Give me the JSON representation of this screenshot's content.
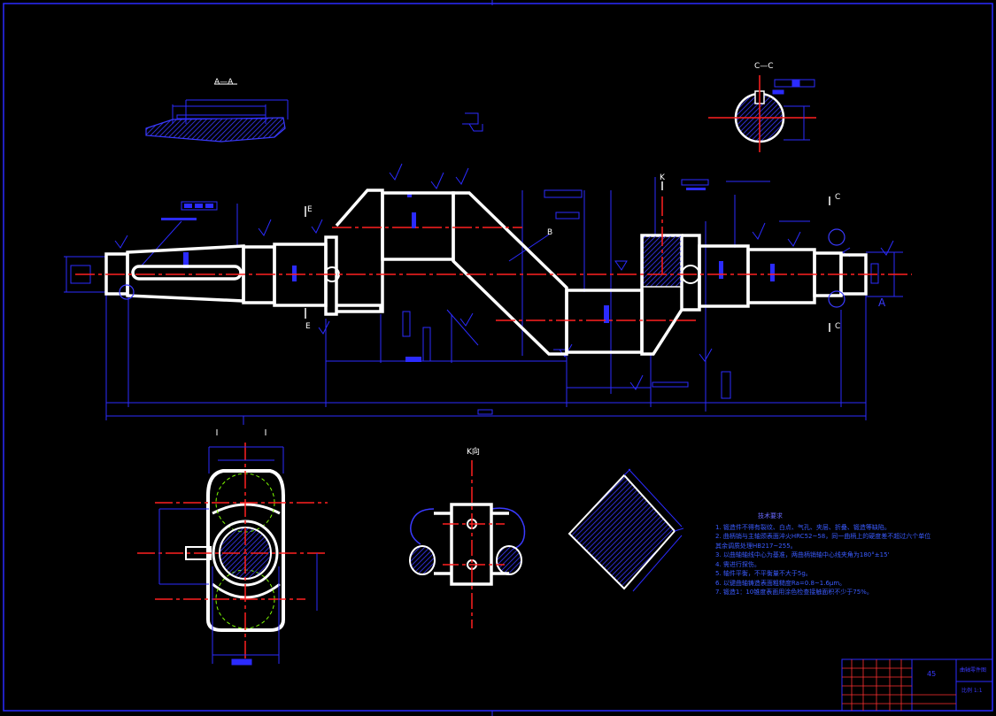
{
  "drawing": {
    "section_labels": {
      "a_a": "A—A",
      "c_c": "C—C",
      "k_view": "K向",
      "c_upper": "C",
      "c_lower": "C",
      "e_upper": "E",
      "e_lower": "E",
      "k_mark": "K",
      "b_mark": "B",
      "a_mark": "A"
    },
    "notes": {
      "title": "技术要求",
      "items": [
        "1.    锻造件不得有裂纹、白点、气孔、夹层、折叠、锻造等缺陷。",
        "2.    曲柄销与主轴颈表面淬火HRC52~58，同一曲柄上的硬度差不超过六个单位",
        "       其余调质处理HB217~255。",
        "3.    以曲轴轴线中心为基准，两曲柄销轴中心线夹角为180°±15'",
        "4.    需进行探伤。",
        "5.    轴件平衡，不平衡量不大于5g。",
        "6.    以键曲轴铸造表面粗糙度Ra=0.8~1.6μm。",
        "7.    锻造1：10锥度表面用涂色检查接触面积不少于75%。"
      ]
    },
    "title_block": {
      "center_mark": "45",
      "name": "曲轴零件图",
      "sub": "比例 1:1"
    }
  }
}
